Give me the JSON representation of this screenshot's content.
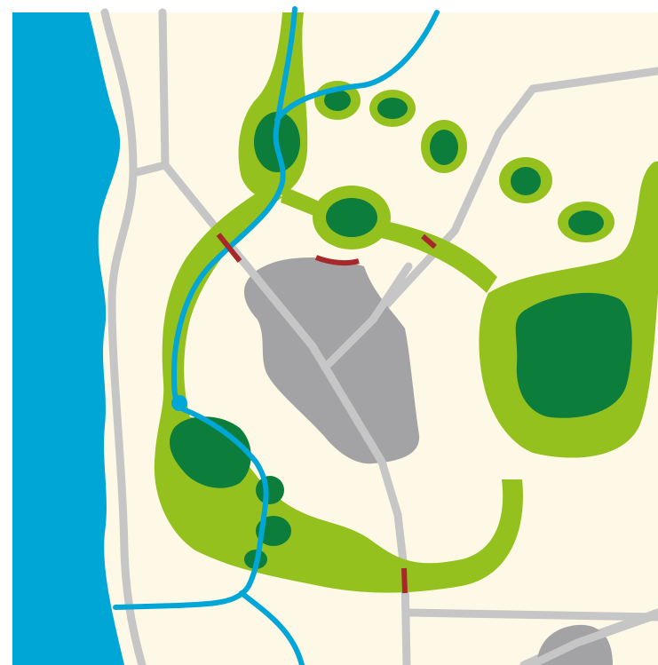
{
  "map": {
    "description_visible_text": "",
    "colors": {
      "background": "#ffffff",
      "land": "#fdf9e6",
      "water": "#00a6d6",
      "greenbelt": "#95c11f",
      "forest": "#0c7d3a",
      "urban": "#a3a3a6",
      "road": "#c6c6c6",
      "crossing": "#a6282b"
    },
    "features": [
      "coastline-sea",
      "river",
      "green-corridor",
      "forest-patches",
      "stepping-stone-patches",
      "city-area",
      "small-urban-area",
      "road-network",
      "wildlife-crossings"
    ]
  }
}
